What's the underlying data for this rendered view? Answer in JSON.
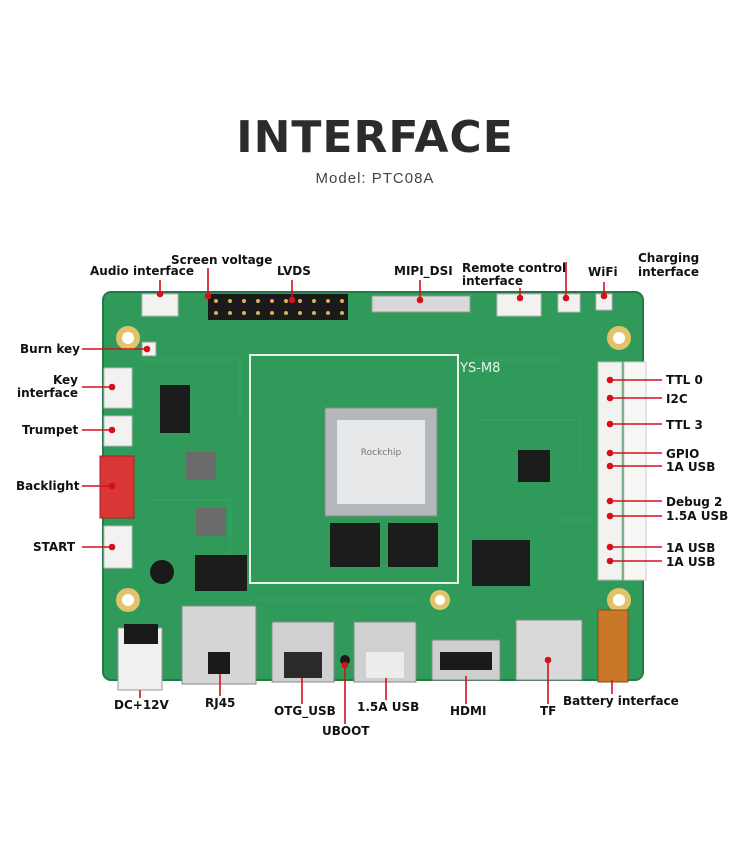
{
  "header": {
    "title": "INTERFACE",
    "model": "Model:  PTC08A"
  },
  "board": {
    "silkscreen": "YS-M8",
    "chip_brand": "Rockchip"
  },
  "labels": {
    "audio": "Audio interface",
    "screen_voltage": "Screen voltage",
    "lvds": "LVDS",
    "mipi": "MIPI_DSI",
    "remote": "Remote control\ninterface",
    "wifi": "WiFi",
    "charging": "Charging\ninterface",
    "burn": "Burn key",
    "key": "Key\ninterface",
    "trumpet": "Trumpet",
    "backlight": "Backlight",
    "start": "START",
    "ttl0": "TTL 0",
    "i2c": "I2C",
    "ttl3": "TTL 3",
    "gpio": "GPIO",
    "usb1a_1": "1A USB",
    "debug2": "Debug 2",
    "usb15_1": "1.5A USB",
    "usb1a_2": "1A USB",
    "usb1a_3": "1A USB",
    "dc": "DC+12V",
    "rj45": "RJ45",
    "otg": "OTG_USB",
    "uboot": "UBOOT",
    "usb15_2": "1.5A USB",
    "hdmi": "HDMI",
    "tf": "TF",
    "battery": "Battery interface"
  },
  "colors": {
    "board": "#2f9a5a",
    "pointer": "#d4101c",
    "text": "#111111"
  }
}
